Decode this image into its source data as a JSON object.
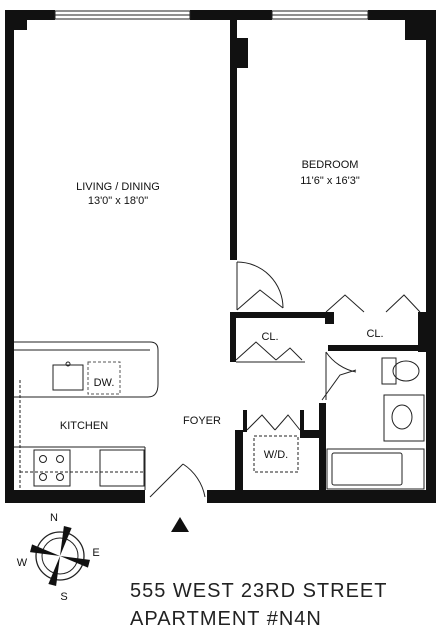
{
  "rooms": {
    "living_name": "LIVING / DINING",
    "living_size": "13'0\" x 18'0\"",
    "bedroom_name": "BEDROOM",
    "bedroom_size": "11'6\" x 16'3\"",
    "closet_left": "CL.",
    "closet_right": "CL.",
    "kitchen": "KITCHEN",
    "foyer": "FOYER",
    "dishwasher": "DW.",
    "washer_dryer": "W/D."
  },
  "compass": {
    "n": "N",
    "s": "S",
    "e": "E",
    "w": "W"
  },
  "address": {
    "line1": "555 WEST 23RD STREET",
    "line2": "APARTMENT #N4N"
  },
  "colors": {
    "wall": "#111111",
    "line": "#222222",
    "dashed": "#555555"
  }
}
